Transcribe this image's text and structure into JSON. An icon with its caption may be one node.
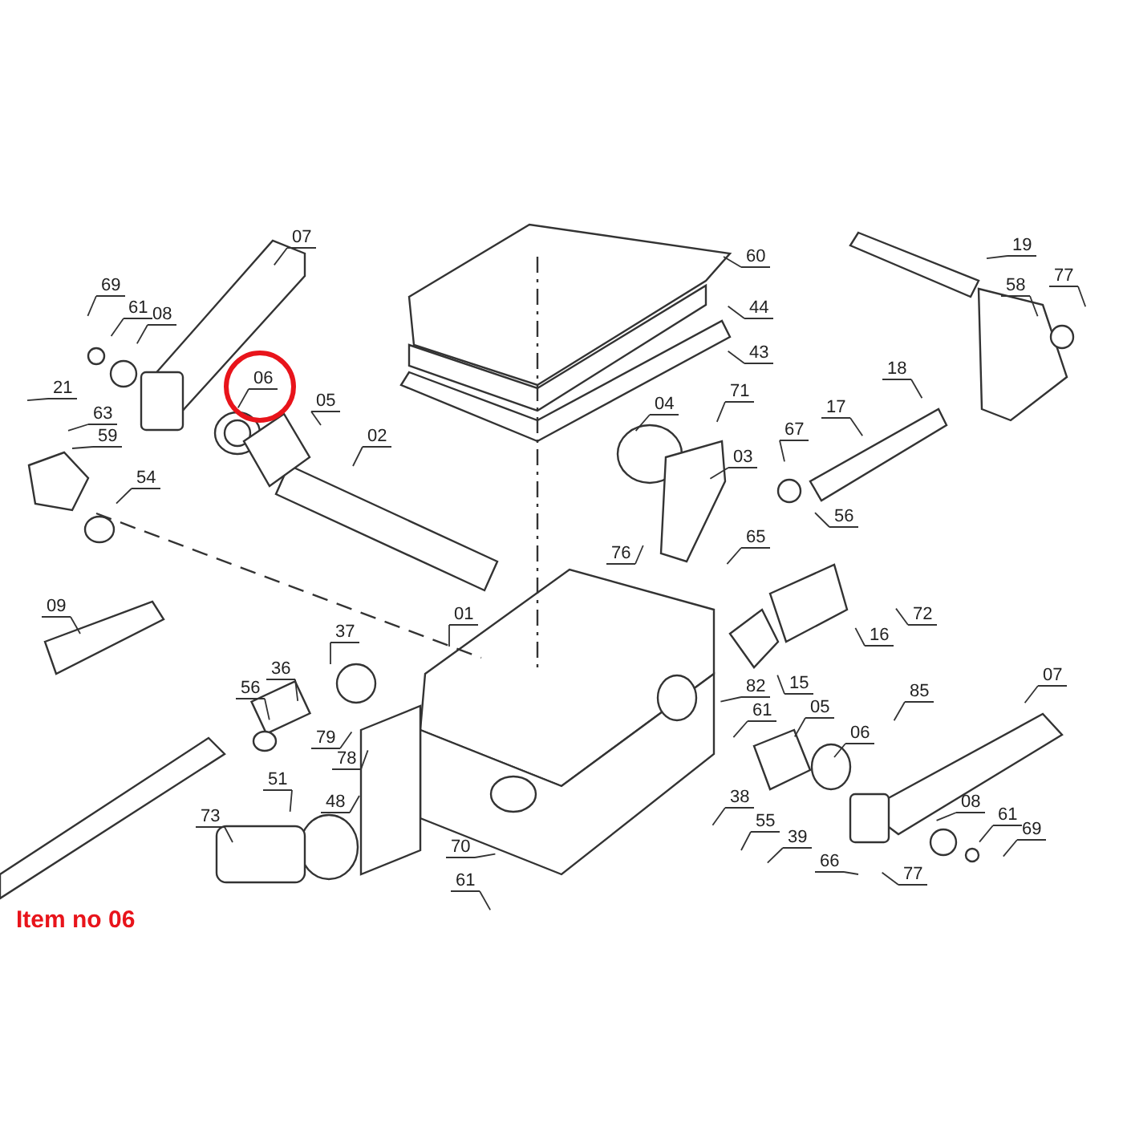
{
  "diagram": {
    "caption": "Item no 06",
    "nodes": [
      {
        "text": [
          "07"
        ]
      },
      {
        "text": [
          "69"
        ]
      },
      {
        "text": [
          "61"
        ]
      },
      {
        "text": [
          "08"
        ]
      },
      {
        "text": [
          "06"
        ]
      },
      {
        "text": [
          "05"
        ]
      },
      {
        "text": [
          "02"
        ]
      },
      {
        "text": [
          "21"
        ]
      },
      {
        "text": [
          "63"
        ]
      },
      {
        "text": [
          "59"
        ]
      },
      {
        "text": [
          "54"
        ]
      },
      {
        "text": [
          "60"
        ]
      },
      {
        "text": [
          "44"
        ]
      },
      {
        "text": [
          "43"
        ]
      },
      {
        "text": [
          "04"
        ]
      },
      {
        "text": [
          "71"
        ]
      },
      {
        "text": [
          "03"
        ]
      },
      {
        "text": [
          "67"
        ]
      },
      {
        "text": [
          "17"
        ]
      },
      {
        "text": [
          "18"
        ]
      },
      {
        "text": [
          "19"
        ]
      },
      {
        "text": [
          "58"
        ]
      },
      {
        "text": [
          "77"
        ]
      },
      {
        "text": [
          "56"
        ]
      },
      {
        "text": [
          "65"
        ]
      },
      {
        "text": [
          "76"
        ]
      },
      {
        "text": [
          "72"
        ]
      },
      {
        "text": [
          "16"
        ]
      },
      {
        "text": [
          "15"
        ]
      },
      {
        "text": [
          "09"
        ]
      },
      {
        "text": [
          "37"
        ]
      },
      {
        "text": [
          "36"
        ]
      },
      {
        "text": [
          "56"
        ]
      },
      {
        "text": [
          "79"
        ]
      },
      {
        "text": [
          "78"
        ]
      },
      {
        "text": [
          "48"
        ]
      },
      {
        "text": [
          "51"
        ]
      },
      {
        "text": [
          "73"
        ]
      },
      {
        "text": [
          "01"
        ]
      },
      {
        "text": [
          "82"
        ]
      },
      {
        "text": [
          "61"
        ]
      },
      {
        "text": [
          "05"
        ]
      },
      {
        "text": [
          "06"
        ]
      },
      {
        "text": [
          "85"
        ]
      },
      {
        "text": [
          "07"
        ]
      },
      {
        "text": [
          "08"
        ]
      },
      {
        "text": [
          "61"
        ]
      },
      {
        "text": [
          "69"
        ]
      },
      {
        "text": [
          "38"
        ]
      },
      {
        "text": [
          "55"
        ]
      },
      {
        "text": [
          "39"
        ]
      },
      {
        "text": [
          "66"
        ]
      },
      {
        "text": [
          "77"
        ]
      },
      {
        "text": [
          "70"
        ]
      },
      {
        "text": [
          "61"
        ]
      }
    ],
    "edges": [
      {
        "from": 0,
        "to": null,
        "arrow": "none"
      },
      {
        "from": 1,
        "to": null,
        "arrow": "none"
      },
      {
        "from": 2,
        "to": null,
        "arrow": "none"
      },
      {
        "from": 3,
        "to": null,
        "arrow": "none"
      },
      {
        "from": 4,
        "to": null,
        "arrow": "none"
      },
      {
        "from": 5,
        "to": null,
        "arrow": "none"
      },
      {
        "from": 6,
        "to": null,
        "arrow": "none"
      },
      {
        "from": 7,
        "to": null,
        "arrow": "none"
      },
      {
        "from": 8,
        "to": null,
        "arrow": "none"
      },
      {
        "from": 9,
        "to": null,
        "arrow": "none"
      },
      {
        "from": 10,
        "to": null,
        "arrow": "none"
      },
      {
        "from": 11,
        "to": null,
        "arrow": "none"
      },
      {
        "from": 12,
        "to": null,
        "arrow": "none"
      },
      {
        "from": 13,
        "to": null,
        "arrow": "none"
      },
      {
        "from": 14,
        "to": null,
        "arrow": "none"
      },
      {
        "from": 15,
        "to": null,
        "arrow": "none"
      },
      {
        "from": 16,
        "to": null,
        "arrow": "none"
      },
      {
        "from": 17,
        "to": null,
        "arrow": "none"
      },
      {
        "from": 18,
        "to": null,
        "arrow": "none"
      },
      {
        "from": 19,
        "to": null,
        "arrow": "none"
      },
      {
        "from": 20,
        "to": null,
        "arrow": "none"
      },
      {
        "from": 21,
        "to": null,
        "arrow": "none"
      },
      {
        "from": 22,
        "to": null,
        "arrow": "none"
      },
      {
        "from": 23,
        "to": null,
        "arrow": "none"
      },
      {
        "from": 24,
        "to": null,
        "arrow": "none"
      },
      {
        "from": 25,
        "to": null,
        "arrow": "none"
      },
      {
        "from": 26,
        "to": null,
        "arrow": "none"
      },
      {
        "from": 27,
        "to": null,
        "arrow": "none"
      },
      {
        "from": 28,
        "to": null,
        "arrow": "none"
      },
      {
        "from": 29,
        "to": null,
        "arrow": "none"
      },
      {
        "from": 30,
        "to": null,
        "arrow": "none"
      },
      {
        "from": 31,
        "to": null,
        "arrow": "none"
      },
      {
        "from": 32,
        "to": null,
        "arrow": "none"
      },
      {
        "from": 33,
        "to": null,
        "arrow": "none"
      },
      {
        "from": 34,
        "to": null,
        "arrow": "none"
      },
      {
        "from": 35,
        "to": null,
        "arrow": "none"
      },
      {
        "from": 36,
        "to": null,
        "arrow": "none"
      },
      {
        "from": 37,
        "to": null,
        "arrow": "none"
      },
      {
        "from": 38,
        "to": null,
        "arrow": "none"
      },
      {
        "from": 39,
        "to": null,
        "arrow": "none"
      },
      {
        "from": 40,
        "to": null,
        "arrow": "none"
      },
      {
        "from": 41,
        "to": null,
        "arrow": "none"
      },
      {
        "from": 42,
        "to": null,
        "arrow": "none"
      },
      {
        "from": 43,
        "to": null,
        "arrow": "none"
      },
      {
        "from": 44,
        "to": null,
        "arrow": "none"
      },
      {
        "from": 45,
        "to": null,
        "arrow": "none"
      },
      {
        "from": 46,
        "to": null,
        "arrow": "none"
      },
      {
        "from": 47,
        "to": null,
        "arrow": "none"
      },
      {
        "from": 48,
        "to": null,
        "arrow": "none"
      },
      {
        "from": 49,
        "to": null,
        "arrow": "none"
      },
      {
        "from": 50,
        "to": null,
        "arrow": "none"
      },
      {
        "from": 51,
        "to": null,
        "arrow": "none"
      },
      {
        "from": 52,
        "to": null,
        "arrow": "none"
      },
      {
        "from": 53,
        "to": null,
        "arrow": "none"
      },
      {
        "from": 54,
        "to": null,
        "arrow": "none"
      }
    ]
  }
}
